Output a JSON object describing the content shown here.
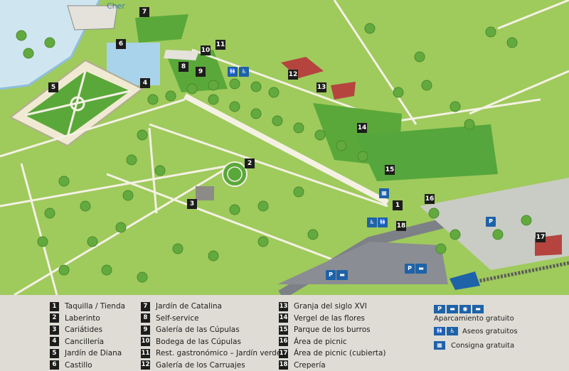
{
  "map": {
    "river_label": "Cher",
    "markers": [
      {
        "n": "1"
      },
      {
        "n": "2"
      },
      {
        "n": "3"
      },
      {
        "n": "4"
      },
      {
        "n": "5"
      },
      {
        "n": "6"
      },
      {
        "n": "7"
      },
      {
        "n": "8"
      },
      {
        "n": "9"
      },
      {
        "n": "10"
      },
      {
        "n": "11"
      },
      {
        "n": "12"
      },
      {
        "n": "13"
      },
      {
        "n": "14"
      },
      {
        "n": "15"
      },
      {
        "n": "16"
      },
      {
        "n": "17"
      },
      {
        "n": "18"
      }
    ],
    "service_icons": [
      "parking-icon",
      "bus-icon",
      "toilets-icon",
      "accessible-icon",
      "locker-icon"
    ],
    "colors": {
      "grass": "#9fca5c",
      "garden": "#5aa83a",
      "path": "#f4f1e4",
      "water": "#a9d3ea",
      "river": "#cfe6f1",
      "tree": "#62aa3e",
      "road": "#7d8087",
      "service_blue": "#1e62a8",
      "marker": "#1d1d1b"
    }
  },
  "legend": {
    "columns": [
      [
        {
          "n": "1",
          "label": "Taquilla / Tienda"
        },
        {
          "n": "2",
          "label": "Laberinto"
        },
        {
          "n": "3",
          "label": "Cariátides"
        },
        {
          "n": "4",
          "label": "Cancillería"
        },
        {
          "n": "5",
          "label": "Jardín de Diana"
        },
        {
          "n": "6",
          "label": "Castillo"
        }
      ],
      [
        {
          "n": "7",
          "label": "Jardín de Catalina"
        },
        {
          "n": "8",
          "label": "Self-service"
        },
        {
          "n": "9",
          "label": "Galería de las Cúpulas"
        },
        {
          "n": "10",
          "label": "Bodega de las Cúpulas"
        },
        {
          "n": "11",
          "label": "Rest. gastronómico – Jardín verde"
        },
        {
          "n": "12",
          "label": "Galería de los Carruajes"
        }
      ],
      [
        {
          "n": "13",
          "label": "Granja del siglo XVI"
        },
        {
          "n": "14",
          "label": "Vergel de las flores"
        },
        {
          "n": "15",
          "label": "Parque de los burros"
        },
        {
          "n": "16",
          "label": "Área de picnic"
        },
        {
          "n": "17",
          "label": "Área de picnic (cubierta)"
        },
        {
          "n": "18",
          "label": "Crepería"
        }
      ]
    ],
    "services": {
      "parking": "Aparcamiento gratuito",
      "toilets": "Aseos gratuitos",
      "lockers": "Consigna gratuita"
    }
  }
}
